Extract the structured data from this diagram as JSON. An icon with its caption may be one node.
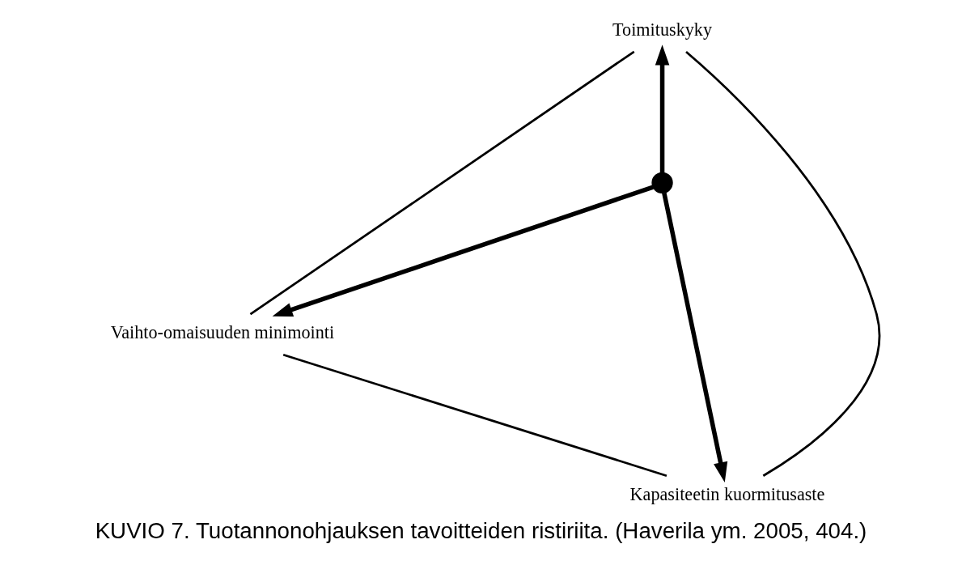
{
  "diagram": {
    "caption": "KUVIO 7. Tuotannonohjauksen tavoitteiden ristiriita. (Haverila ym. 2005, 404.)",
    "nodes": [
      {
        "text": [
          "Toimituskyky"
        ]
      },
      {
        "text": [],
        "shape": "circle"
      },
      {
        "text": [
          "Vaihto-omaisuuden minimointi"
        ]
      },
      {
        "text": [
          "Kapasiteetin kuormitusaste"
        ]
      }
    ],
    "edges": [
      {
        "from": 1,
        "to": 0,
        "arrow": "to",
        "style": "thick"
      },
      {
        "from": 1,
        "to": 2,
        "arrow": "to",
        "style": "thick"
      },
      {
        "from": 1,
        "to": 3,
        "arrow": "to",
        "style": "thick"
      },
      {
        "from": 0,
        "to": 2,
        "arrow": "none"
      },
      {
        "from": 0,
        "to": 3,
        "arrow": "none"
      },
      {
        "from": 2,
        "to": 3,
        "arrow": "none"
      }
    ]
  }
}
